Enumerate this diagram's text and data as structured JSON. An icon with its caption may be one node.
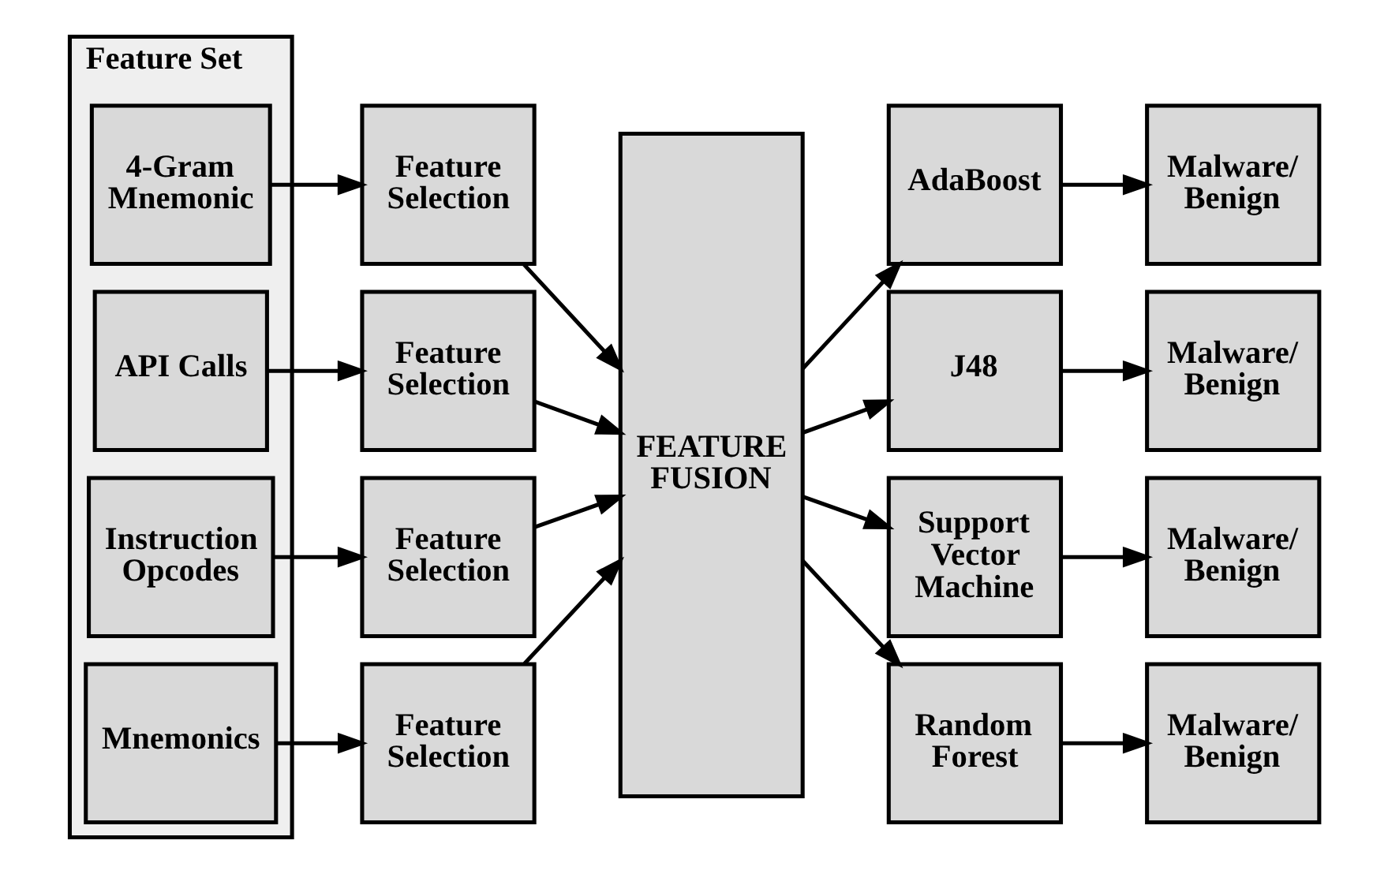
{
  "diagram": {
    "nodes": [
      {
        "text": [
          "Feature Set"
        ]
      },
      {
        "text": [
          "4-Gram Mnemonic"
        ],
        "in": 0
      },
      {
        "text": [
          "API Calls"
        ],
        "in": 0
      },
      {
        "text": [
          "Instruction Opcodes"
        ],
        "in": 0
      },
      {
        "text": [
          "Mnemonics"
        ],
        "in": 0
      },
      {
        "text": [
          "Feature Selection"
        ]
      },
      {
        "text": [
          "Feature Selection"
        ]
      },
      {
        "text": [
          "Feature Selection"
        ]
      },
      {
        "text": [
          "Feature Selection"
        ]
      },
      {
        "text": [
          "FEATURE FUSION"
        ]
      },
      {
        "text": [
          "AdaBoost"
        ]
      },
      {
        "text": [
          "J48"
        ]
      },
      {
        "text": [
          "Support Vector Machine"
        ]
      },
      {
        "text": [
          "Random Forest"
        ]
      },
      {
        "text": [
          "Malware/ Benign"
        ]
      },
      {
        "text": [
          "Malware/ Benign"
        ]
      },
      {
        "text": [
          "Malware/ Benign"
        ]
      },
      {
        "text": [
          "Malware/ Benign"
        ]
      }
    ],
    "edges": [
      {
        "from": 1,
        "to": 5,
        "arrow": "to"
      },
      {
        "from": 2,
        "to": 6,
        "arrow": "to"
      },
      {
        "from": 3,
        "to": 7,
        "arrow": "to"
      },
      {
        "from": 4,
        "to": 8,
        "arrow": "to"
      },
      {
        "from": 5,
        "to": 9,
        "arrow": "to"
      },
      {
        "from": 6,
        "to": 9,
        "arrow": "to"
      },
      {
        "from": 7,
        "to": 9,
        "arrow": "to"
      },
      {
        "from": 8,
        "to": 9,
        "arrow": "to"
      },
      {
        "from": 9,
        "to": 10,
        "arrow": "to"
      },
      {
        "from": 9,
        "to": 11,
        "arrow": "to"
      },
      {
        "from": 9,
        "to": 12,
        "arrow": "to"
      },
      {
        "from": 9,
        "to": 13,
        "arrow": "to"
      },
      {
        "from": 10,
        "to": 14,
        "arrow": "to"
      },
      {
        "from": 11,
        "to": 15,
        "arrow": "to"
      },
      {
        "from": 12,
        "to": 16,
        "arrow": "to"
      },
      {
        "from": 13,
        "to": 17,
        "arrow": "to"
      }
    ]
  }
}
